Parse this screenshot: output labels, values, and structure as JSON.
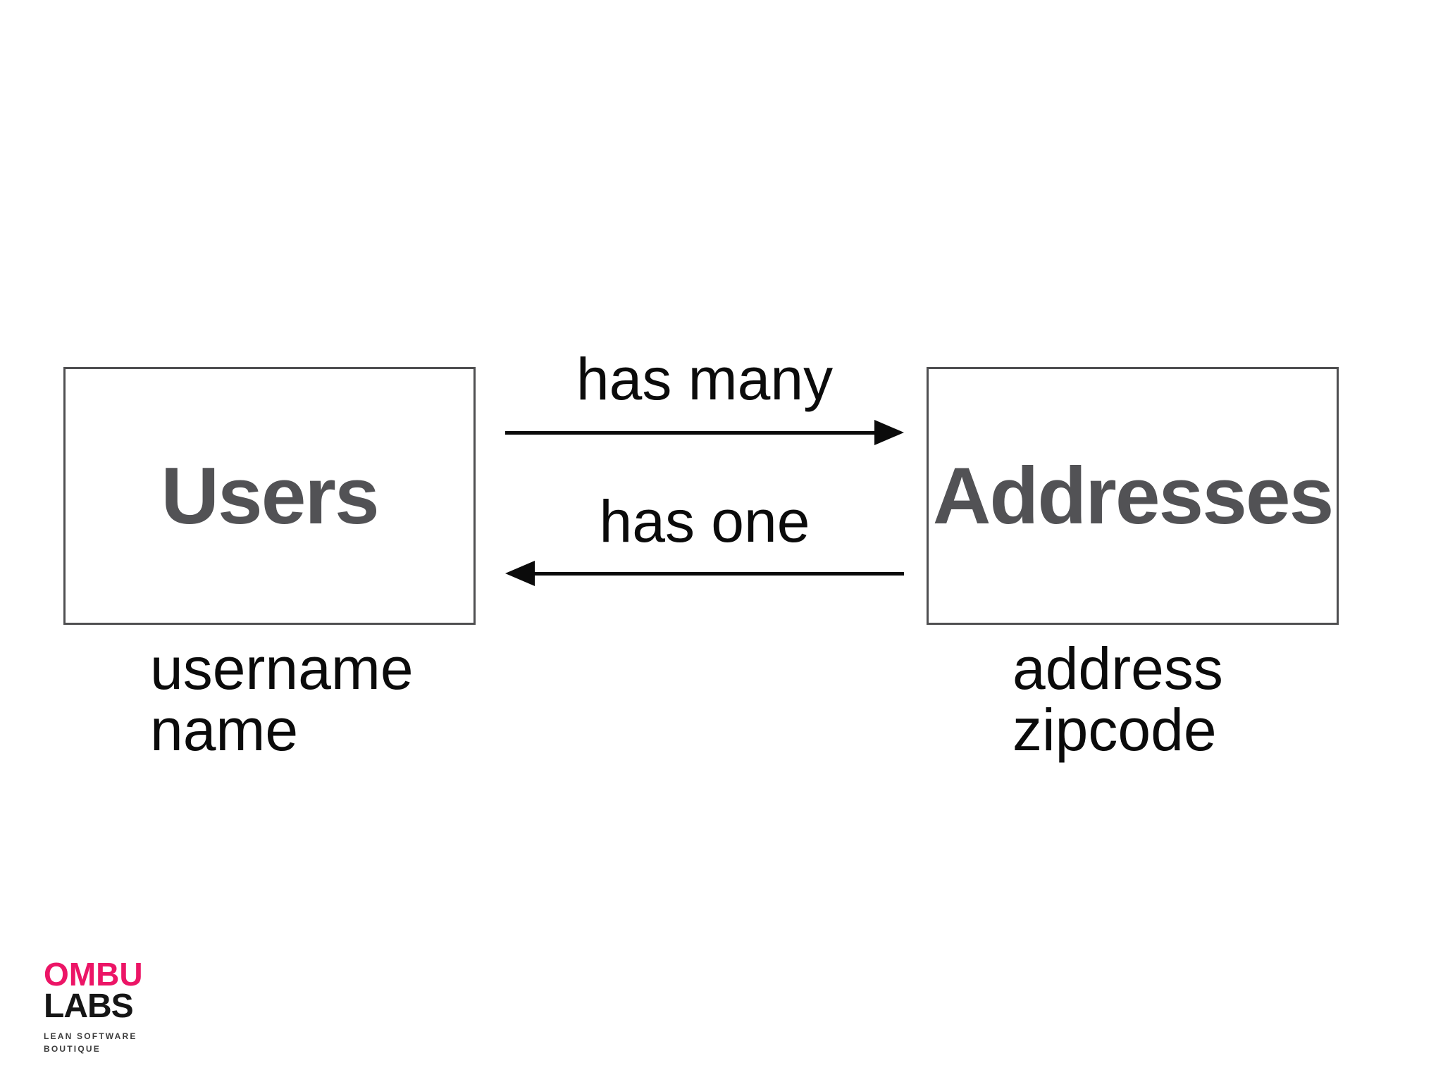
{
  "slide": {
    "background_color": "#ffffff"
  },
  "diagram": {
    "entities": [
      {
        "name": "Users",
        "attributes": [
          "username",
          "name"
        ]
      },
      {
        "name": "Addresses",
        "attributes": [
          "address",
          "zipcode"
        ]
      }
    ],
    "relationships": [
      {
        "label": "has many",
        "from": "Users",
        "to": "Addresses",
        "direction": "right"
      },
      {
        "label": "has one",
        "from": "Addresses",
        "to": "Users",
        "direction": "left"
      }
    ],
    "colors": {
      "box_border": "#4f4f51",
      "entity_text": "#525255",
      "body_text": "#0b0b0b",
      "arrow": "#0b0b0b"
    }
  },
  "logo": {
    "brand_line1": "OMBU",
    "brand_line2": "LABS",
    "tagline": [
      "LEAN SOFTWARE",
      "BOUTIQUE"
    ],
    "accent_color": "#EC1566"
  }
}
